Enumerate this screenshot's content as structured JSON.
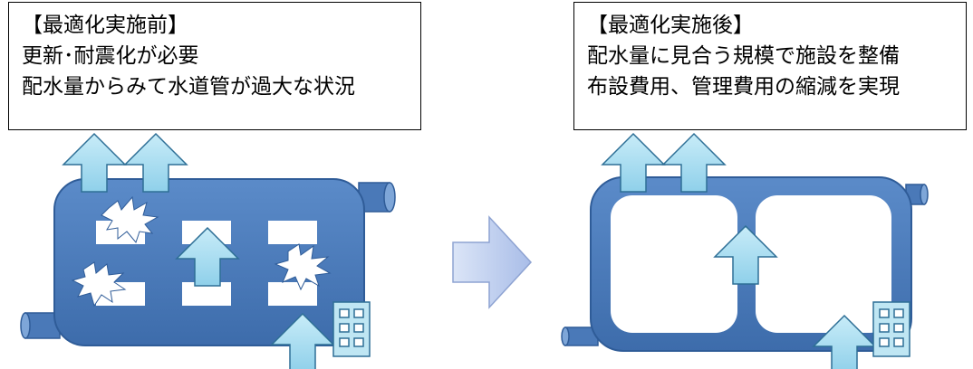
{
  "before": {
    "title": "【最適化実施前】",
    "line1": "更新･耐震化が必要",
    "line2": "配水量からみて水道管が過大な状況"
  },
  "after": {
    "title": "【最適化実施後】",
    "line1": "配水量に見合う規模で施設を整備",
    "line2": "布設費用、管理費用の縮減を実現"
  },
  "colors": {
    "pipe": "#4a79b8",
    "pipe_dark": "#2f5c98",
    "arrow_fill": "#a9dcef",
    "arrow_stroke": "#2e6f96",
    "transition_arrow": "#b7c8ec"
  }
}
